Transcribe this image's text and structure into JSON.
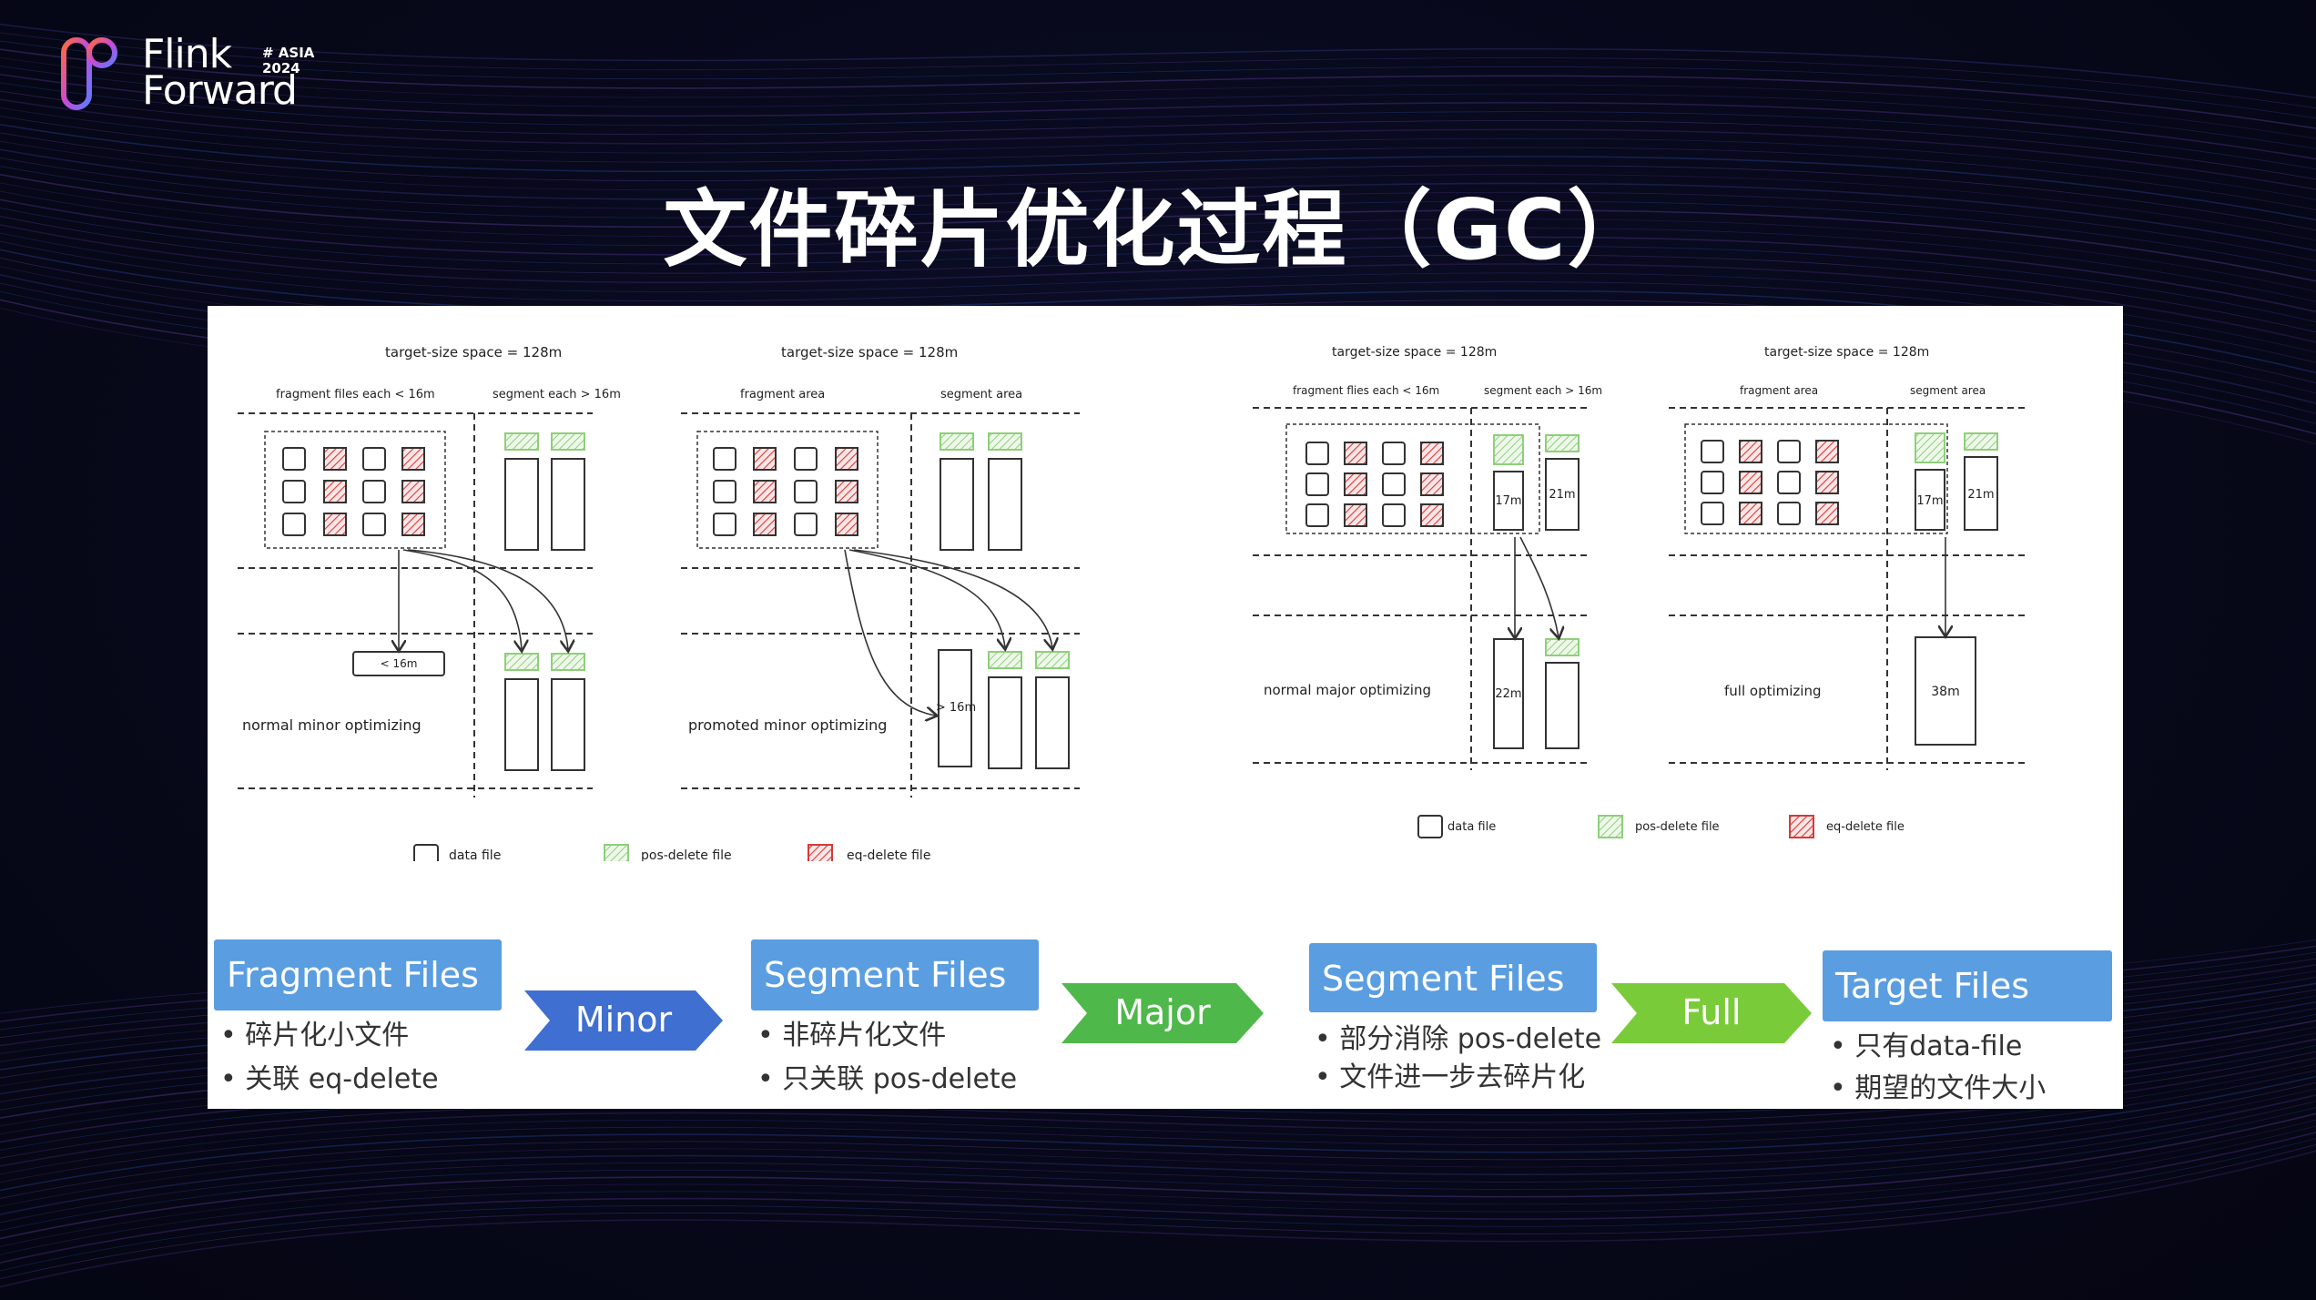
{
  "logo": {
    "line1": "Flink",
    "line2": "Forward",
    "badge_top": "# ASIA",
    "badge_year": "2024"
  },
  "title": "文件碎片优化过程（GC）",
  "diagrams": {
    "d1": {
      "space": "target-size space = 128m",
      "left_area": "fragment files each < 16m",
      "right_area": "segment each > 16m",
      "merged": "< 16m",
      "label": "normal minor optimizing"
    },
    "d2": {
      "space": "target-size space = 128m",
      "left_area": "fragment area",
      "right_area": "segment area",
      "merged": "> 16m",
      "label": "promoted minor optimizing"
    },
    "d3": {
      "space": "target-size space = 128m",
      "left_area": "fragment flies each < 16m",
      "right_area": "segment each > 16m",
      "s1": "17m",
      "s2": "21m",
      "merged": "22m",
      "label": "normal major optimizing"
    },
    "d4": {
      "space": "target-size space = 128m",
      "left_area": "fragment area",
      "right_area": "segment area",
      "s1": "17m",
      "s2": "21m",
      "merged": "38m",
      "label": "full optimizing"
    }
  },
  "legend": {
    "data": "data file",
    "pos": "pos-delete file",
    "eq": "eq-delete file"
  },
  "flow": {
    "fragment": {
      "title": "Fragment Files",
      "b1": "• 碎片化小文件",
      "b2": "• 关联 eq-delete"
    },
    "minor": "Minor",
    "segment1": {
      "title": "Segment Files",
      "b1": "• 非碎片化文件",
      "b2": "• 只关联 pos-delete"
    },
    "major": "Major",
    "segment2": {
      "title": "Segment Files",
      "b1": "• 部分消除 pos-delete",
      "b2": "• 文件进一步去碎片化"
    },
    "full": "Full",
    "target": {
      "title": "Target Files",
      "b1": "• 只有data-file",
      "b2": "• 期望的文件大小"
    }
  },
  "colors": {
    "box_blue": "#5a9de0",
    "minor_blue": "#3f6fd0",
    "green": "#4fb84a",
    "full_green": "#7acb3a",
    "eq_red": "#d33b3b",
    "pos_green": "#8fcf7a"
  }
}
